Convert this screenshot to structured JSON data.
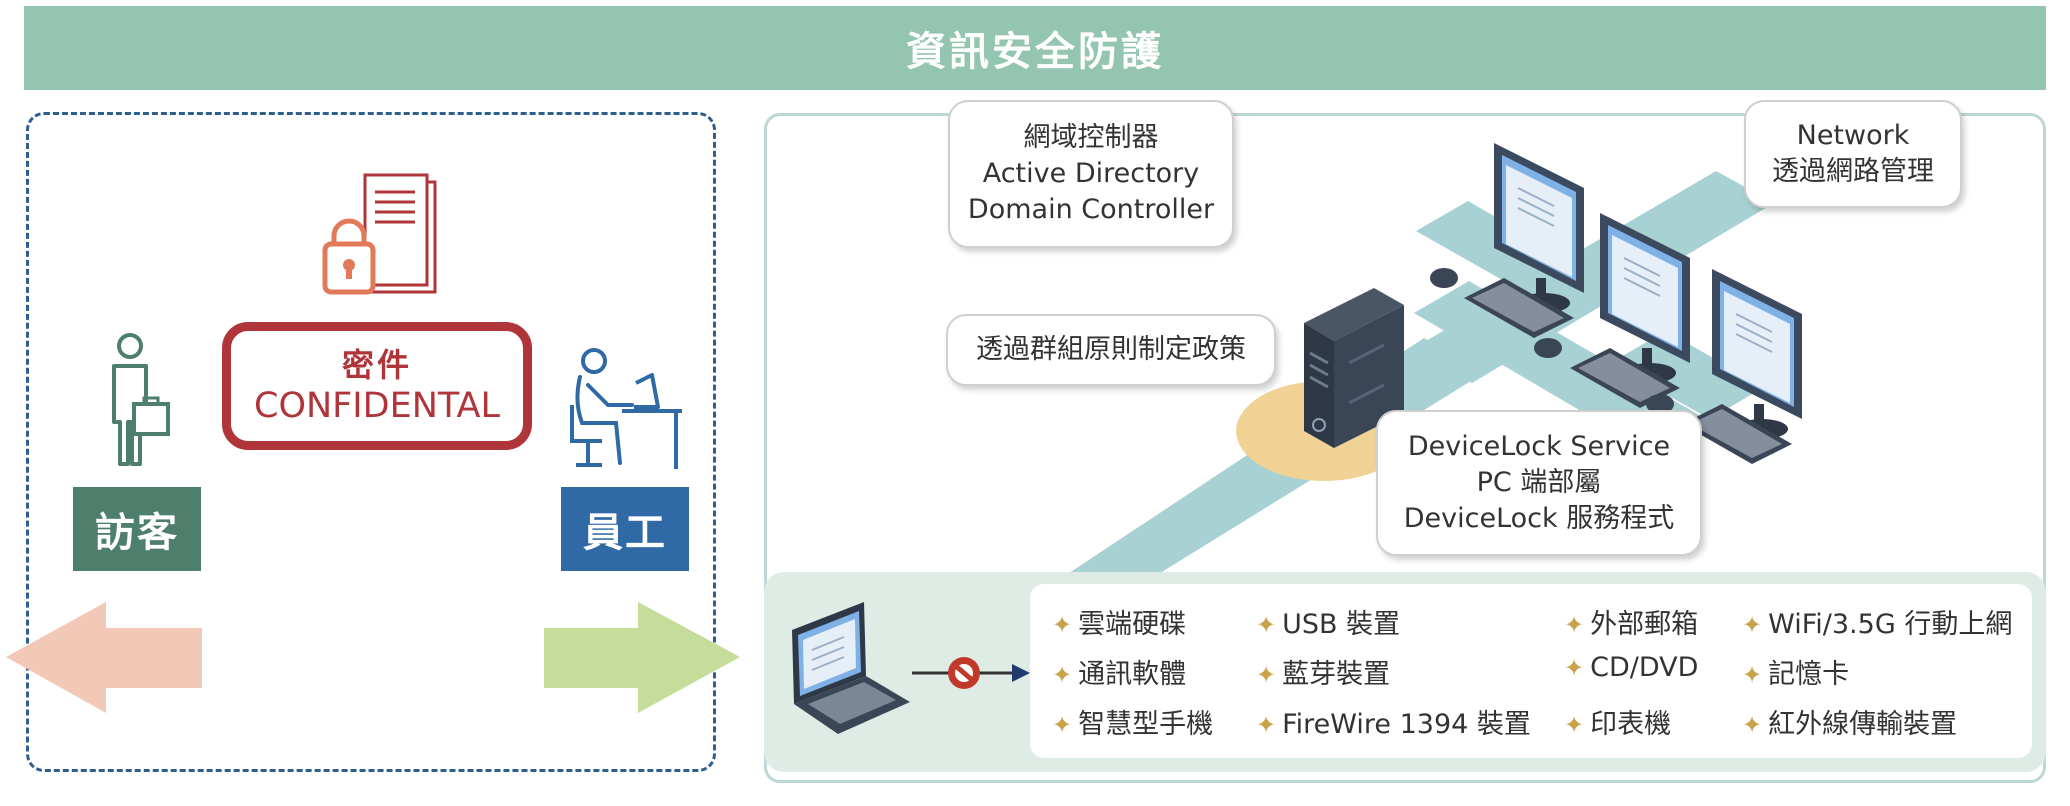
{
  "banner": {
    "title": "資訊安全防護"
  },
  "left": {
    "confidential": {
      "line1": "密件",
      "line2": "CONFIDENTAL"
    },
    "visitor_label": "訪客",
    "staff_label": "員工"
  },
  "callouts": {
    "domain_controller": [
      "網域控制器",
      "Active Directory",
      "Domain Controller"
    ],
    "network": [
      "Network",
      "透過網路管理"
    ],
    "group_policy": "透過群組原則制定政策",
    "devicelock": [
      "DeviceLock Service",
      "PC 端部屬",
      "DeviceLock 服務程式"
    ]
  },
  "devices": {
    "col1": [
      "雲端硬碟",
      "通訊軟體",
      "智慧型手機"
    ],
    "col2": [
      "USB 裝置",
      "藍芽裝置",
      "FireWire 1394 裝置"
    ],
    "col3": [
      "外部郵箱",
      "CD/DVD",
      "印表機"
    ],
    "col4": [
      "WiFi/3.5G 行動上網",
      "記憶卡",
      "紅外線傳輸裝置"
    ]
  },
  "colors": {
    "banner": "#93c5b1",
    "confidential": "#b0353a",
    "visitor": "#4e7e6c",
    "staff": "#2f6aa6",
    "network_path": "#a8d1d3",
    "server_glow": "#f0d394",
    "block_icon": "#c0392b"
  },
  "icons": [
    "document-lock-icon",
    "visitor-person-icon",
    "employee-desk-icon",
    "server-icon",
    "desktop-computer-icon",
    "laptop-icon",
    "block-icon",
    "arrow-left-icon",
    "arrow-right-icon"
  ]
}
